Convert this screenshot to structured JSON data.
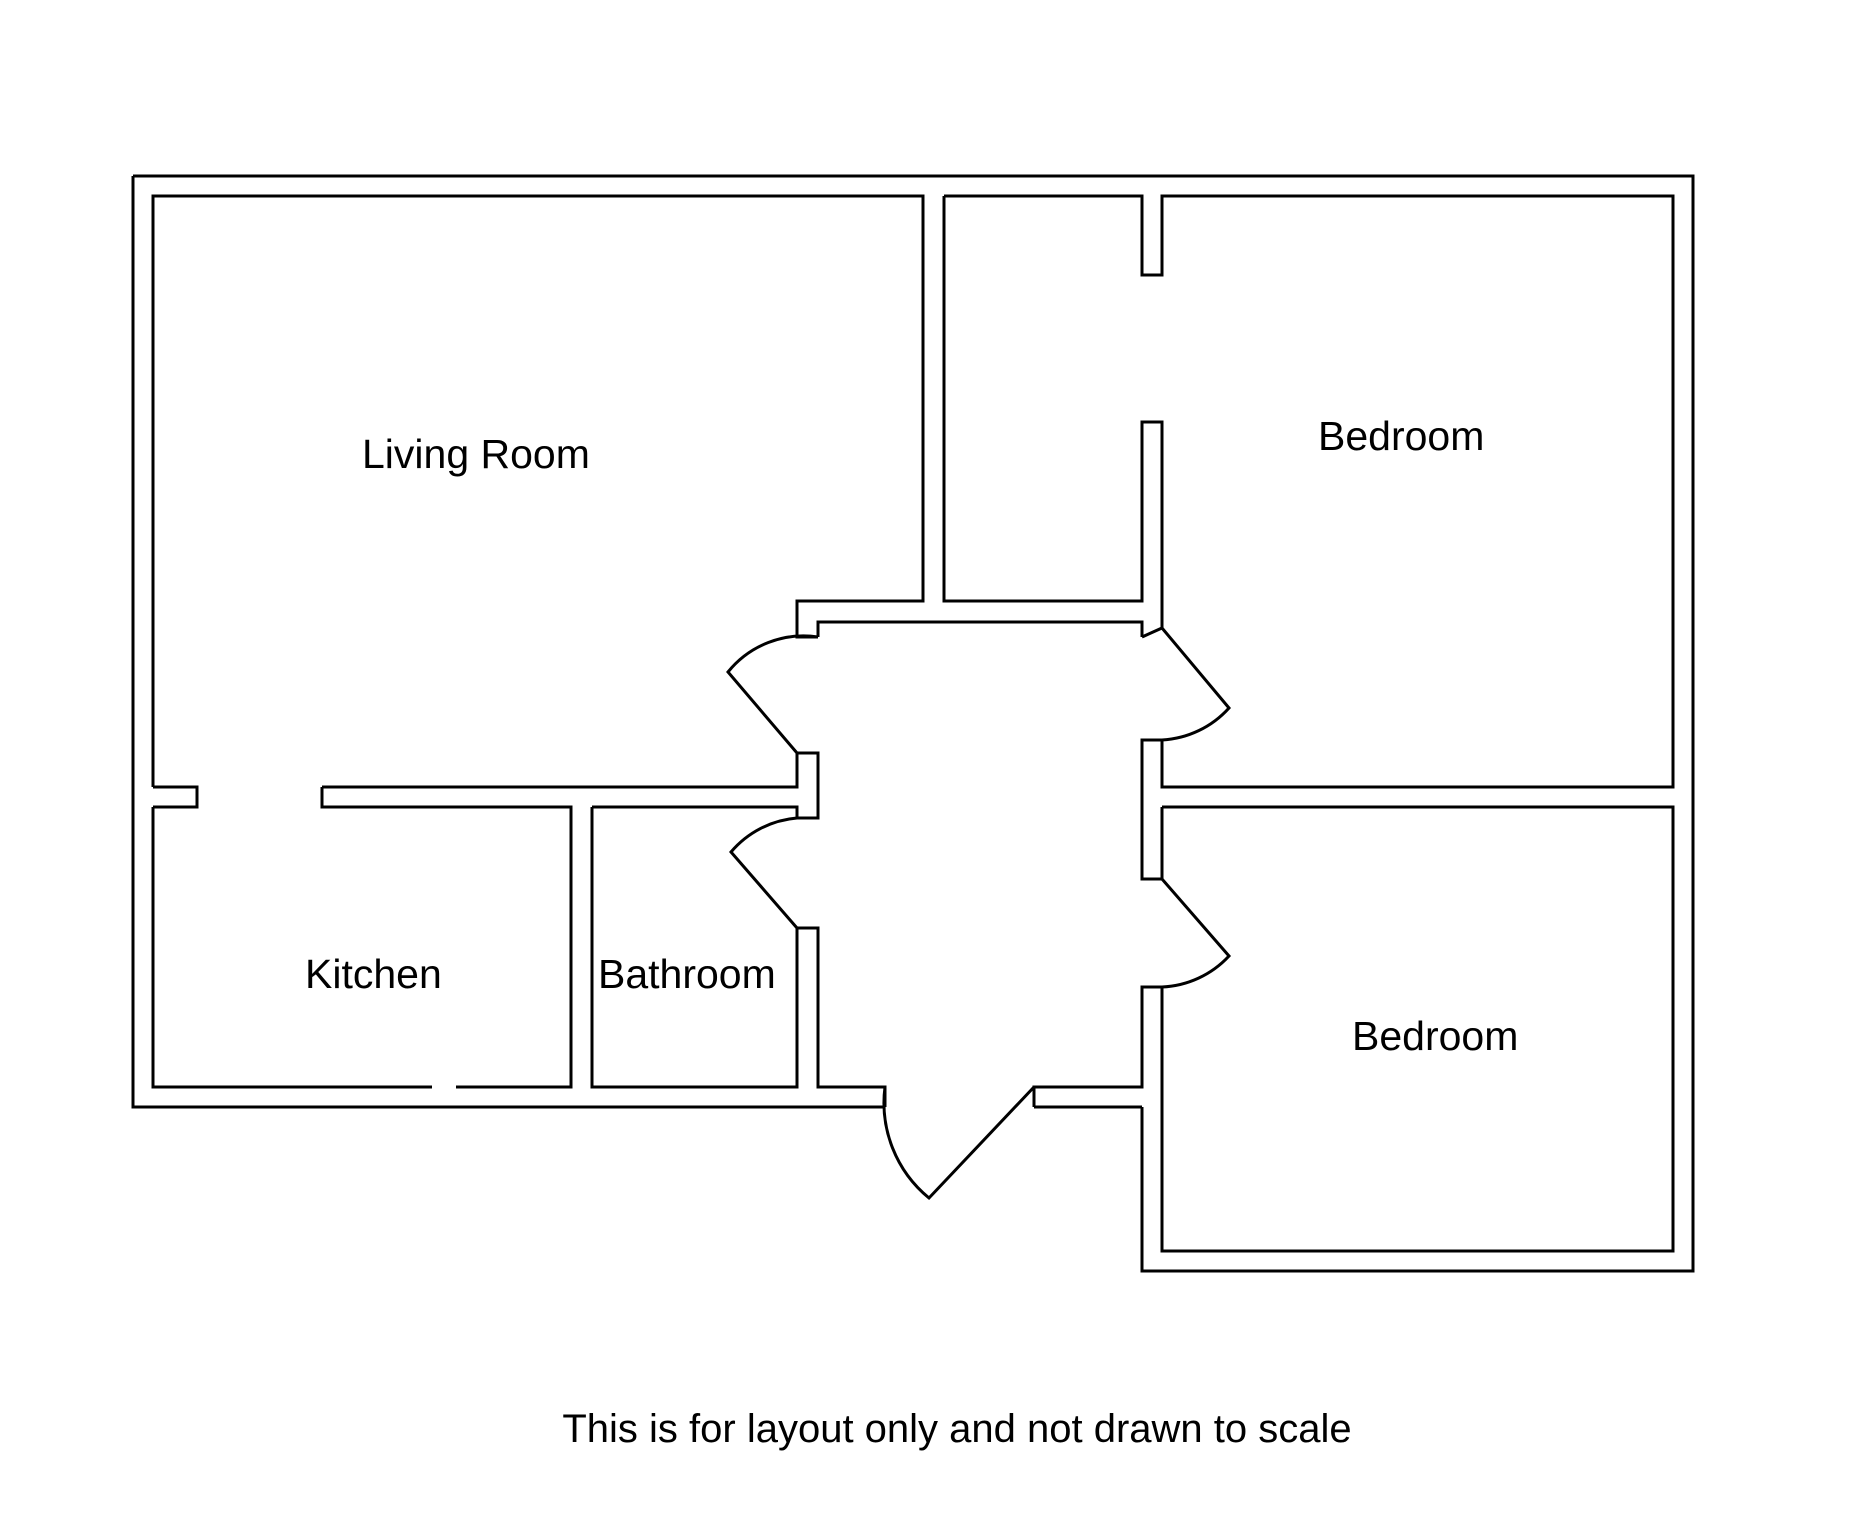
{
  "plan": {
    "rooms": {
      "living_room": "Living Room",
      "bedroom_upper": "Bedroom",
      "bedroom_lower": "Bedroom",
      "kitchen": "Kitchen",
      "bathroom": "Bathroom"
    },
    "footnote": "This is for layout only and not drawn to scale",
    "line_color": "#000000",
    "background_color": "#ffffff"
  }
}
